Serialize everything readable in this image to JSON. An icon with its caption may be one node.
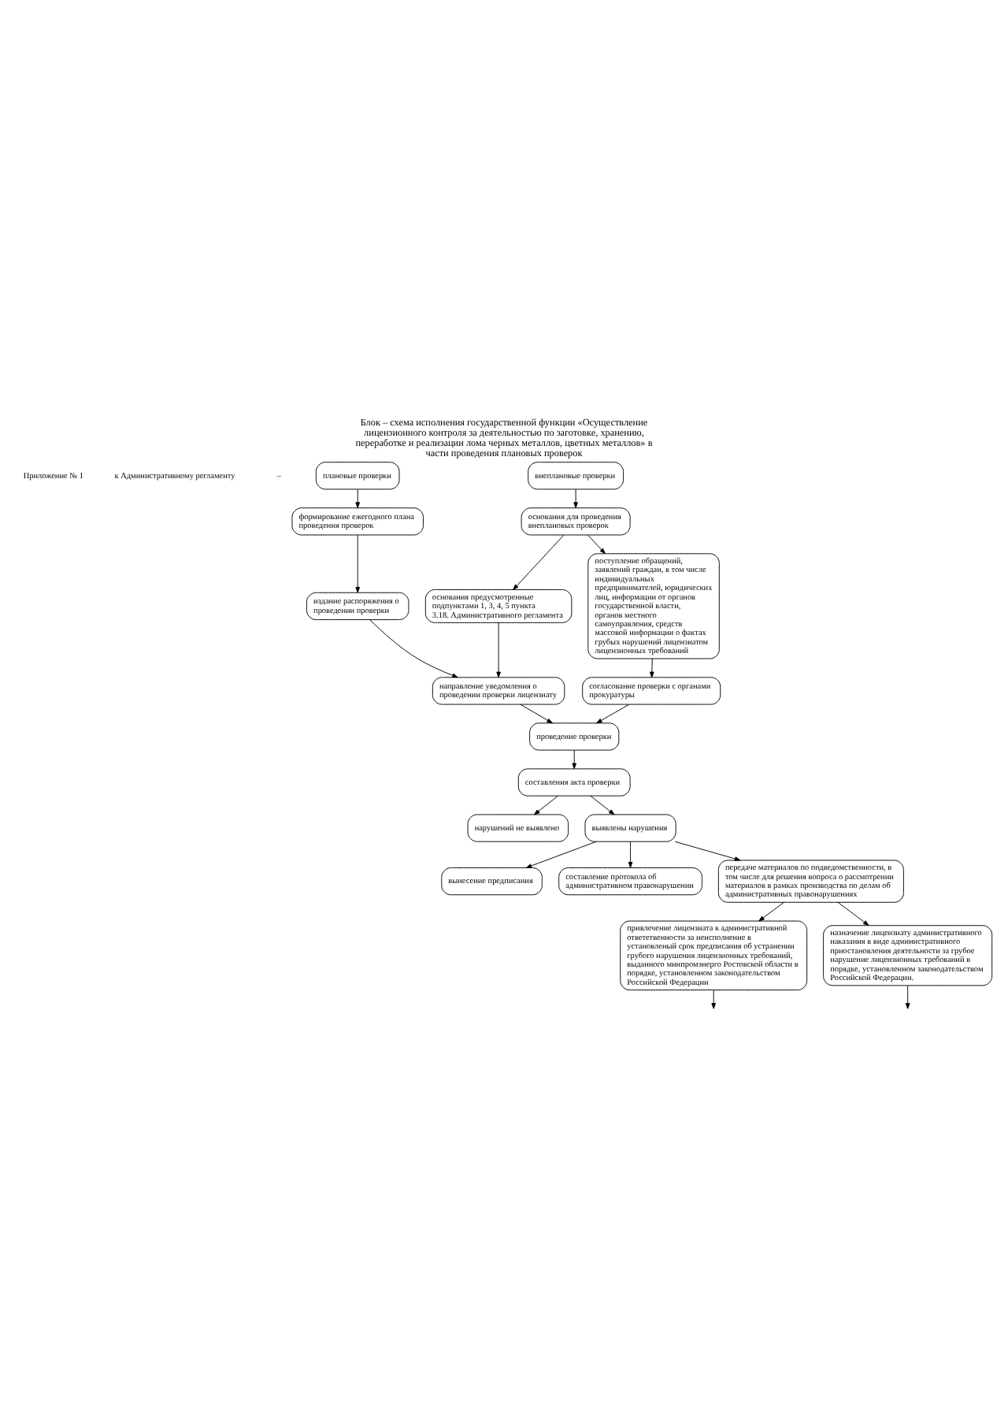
{
  "diagram": {
    "title": "Блок – схема исполнения государственной функции «Осуществление лицензионного контроля за деятельностью по заготовке, хранению, переработке и реализации лома черных металлов, цветных металлов» в части проведения плановых проверок",
    "nodes": [
      {
        "text": [
          "плановые проверки"
        ]
      },
      {
        "text": [
          "формирование ежегодного плана проведения проверок"
        ]
      },
      {
        "text": [
          "издание распоряжения о проведении проверки"
        ]
      },
      {
        "text": [
          "направление уведомления о проведении проверки лицензиату"
        ]
      },
      {
        "text": [
          "проведение проверки"
        ]
      },
      {
        "text": [
          "составления акта проверки"
        ]
      },
      {
        "text": [
          "нарушений не выявлено"
        ]
      },
      {
        "text": [
          "выявлены нарушения"
        ]
      },
      {
        "text": [
          "вынесение предписания"
        ]
      },
      {
        "text": [
          "составление протокола об административном правонарушении"
        ]
      },
      {
        "text": [
          "передаче материалов по подведомственности, в том числе для решения вопроса о рассмотрении материалов в рамках производства по делам об административных правонарушениях"
        ]
      },
      {
        "text": [
          "привлечение лицензиата к административной ответетвенности за неисполнение в установленый срок предписания об устранении грубого нарушения лицензионных требований, выданного минпромэнерго Ростовской области в порядке, установленном законодательством Российской Федерации"
        ]
      },
      {
        "text": [
          "назначение лицензиату административного наказания в виде административного приостановления деятельности за грубое нарушение лицензионных требований в порядке, установленном законодательством Российской Федерации."
        ]
      },
      {
        "text": [
          "внеплановые проверки"
        ]
      },
      {
        "text": [
          "основания для проведения внеплановых проверок"
        ]
      },
      {
        "text": [
          "поступление обращений, заявлений граждан, в том числе индивидуальных предпринимателей, юридических лиц, информации от органов государственной власти, органов местного самоуправления, средств массовой информации о фактах грубых нарушений лицензиатом лицензионных требований"
        ]
      },
      {
        "text": [
          "согласование проверки с органами прокуратуры"
        ]
      },
      {
        "text": [
          "основания предусмотренные подпунктами 1, 3, 4, 5 пункта 3.18. Административного регламента"
        ]
      }
    ],
    "edges": [
      {
        "from": 0,
        "to": 1,
        "arrow": "to"
      },
      {
        "from": 1,
        "to": 2,
        "arrow": "to"
      },
      {
        "from": 2,
        "to": 3,
        "arrow": "to"
      },
      {
        "from": 3,
        "to": 4,
        "arrow": "to"
      },
      {
        "from": 4,
        "to": 5,
        "arrow": "to"
      },
      {
        "from": 5,
        "to": 6,
        "arrow": "to"
      },
      {
        "from": 5,
        "to": 7,
        "arrow": "to"
      },
      {
        "from": 7,
        "to": 8,
        "arrow": "to"
      },
      {
        "from": 7,
        "to": 9,
        "arrow": "to"
      },
      {
        "from": 7,
        "to": 10,
        "arrow": "to"
      },
      {
        "from": 10,
        "to": 11,
        "arrow": "to"
      },
      {
        "from": 10,
        "to": 12,
        "arrow": "to"
      },
      {
        "from": 11,
        "to": null,
        "arrow": "to"
      },
      {
        "from": 12,
        "to": null,
        "arrow": "to"
      },
      {
        "from": 13,
        "to": 14,
        "arrow": "to"
      },
      {
        "from": 14,
        "to": 15,
        "arrow": "to"
      },
      {
        "from": 14,
        "to": 17,
        "arrow": "to"
      },
      {
        "from": 15,
        "to": 16,
        "arrow": "to"
      },
      {
        "from": 16,
        "to": 4,
        "arrow": "to"
      },
      {
        "from": 17,
        "to": 3,
        "arrow": "to"
      }
    ],
    "labels": [
      "Приложение № 1",
      "к Административному регламенту",
      "–"
    ]
  }
}
